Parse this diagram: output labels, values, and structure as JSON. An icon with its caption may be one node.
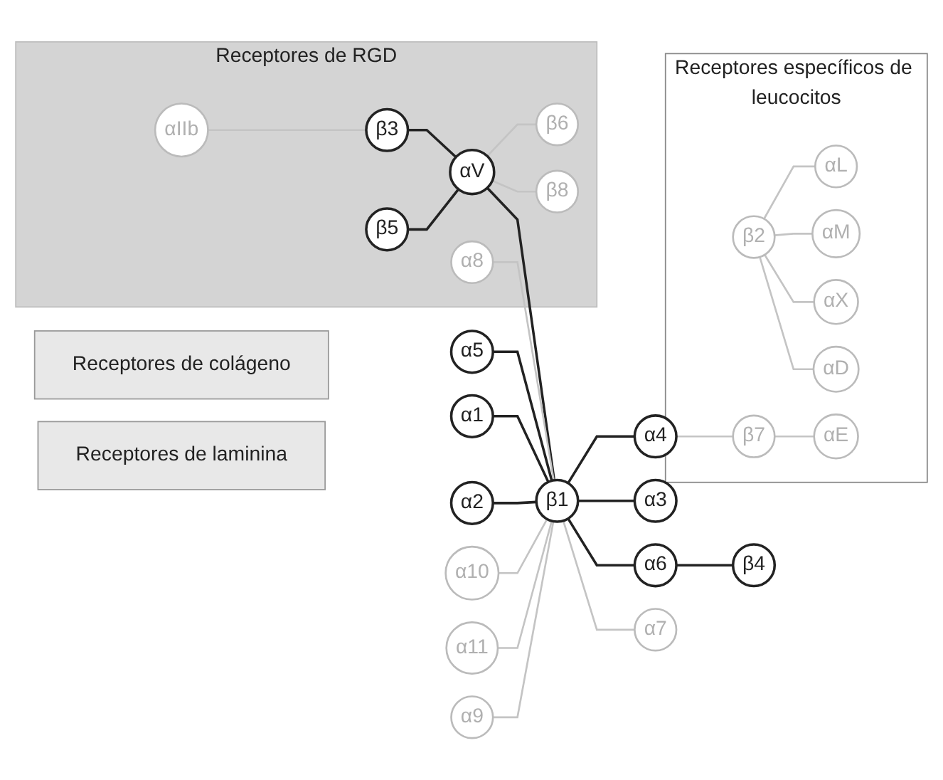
{
  "diagram": {
    "nodes": [
      {
        "text": [
          "Receptores de RGD"
        ]
      },
      {
        "text": [
          "αIIb"
        ],
        "in": 0
      },
      {
        "text": [
          "β3"
        ],
        "in": 0
      },
      {
        "text": [
          "β5"
        ],
        "in": 0
      },
      {
        "text": [
          "αV"
        ],
        "in": 0
      },
      {
        "text": [
          "β6"
        ],
        "in": 0
      },
      {
        "text": [
          "α8"
        ],
        "in": 0
      },
      {
        "text": [
          "β8"
        ],
        "in": 0
      },
      {
        "text": [
          "Receptores de colágeno"
        ]
      },
      {
        "text": [
          "α1"
        ]
      },
      {
        "text": [
          "α2"
        ]
      },
      {
        "text": [
          "α10"
        ]
      },
      {
        "text": [
          "α11"
        ]
      },
      {
        "text": [
          "α5"
        ]
      },
      {
        "text": [
          "α9"
        ]
      },
      {
        "text": [
          "β1"
        ]
      },
      {
        "text": [
          "α4"
        ]
      },
      {
        "text": [
          "α3"
        ]
      },
      {
        "text": [
          "α6"
        ]
      },
      {
        "text": [
          "α7"
        ]
      },
      {
        "text": [
          "Receptores de laminina"
        ]
      },
      {
        "text": [
          "β4"
        ]
      },
      {
        "text": [
          "Receptores específicos de leucocitos"
        ]
      },
      {
        "text": [
          "β2"
        ],
        "in": 22
      },
      {
        "text": [
          "αL"
        ],
        "in": 22
      },
      {
        "text": [
          "αM"
        ],
        "in": 22
      },
      {
        "text": [
          "αX"
        ],
        "in": 22
      },
      {
        "text": [
          "αD"
        ],
        "in": 22
      },
      {
        "text": [
          "β7"
        ],
        "in": 22
      },
      {
        "text": [
          "αE"
        ],
        "in": 22
      }
    ],
    "edges": [
      {
        "from": 1,
        "to": 2,
        "arrow": "none"
      },
      {
        "from": 2,
        "to": 4,
        "arrow": "none",
        "color": "#222222"
      },
      {
        "from": 3,
        "to": 4,
        "arrow": "none",
        "color": "#222222"
      },
      {
        "from": 4,
        "to": 5,
        "arrow": "none"
      },
      {
        "from": 4,
        "to": 7,
        "arrow": "none"
      },
      {
        "from": 4,
        "to": 15,
        "arrow": "none",
        "color": "#222222"
      },
      {
        "from": 13,
        "to": 15,
        "arrow": "none",
        "color": "#222222"
      },
      {
        "from": 6,
        "to": 15,
        "arrow": "none"
      },
      {
        "from": 9,
        "to": 15,
        "arrow": "none",
        "color": "#222222"
      },
      {
        "from": 10,
        "to": 15,
        "arrow": "none",
        "color": "#222222"
      },
      {
        "from": 11,
        "to": 15,
        "arrow": "none"
      },
      {
        "from": 12,
        "to": 15,
        "arrow": "none"
      },
      {
        "from": 14,
        "to": 15,
        "arrow": "none"
      },
      {
        "from": 15,
        "to": 16,
        "arrow": "none",
        "color": "#222222"
      },
      {
        "from": 15,
        "to": 19,
        "arrow": "none"
      },
      {
        "from": 15,
        "to": 17,
        "arrow": "none",
        "color": "#222222"
      },
      {
        "from": 15,
        "to": 18,
        "arrow": "none",
        "color": "#222222"
      },
      {
        "from": 18,
        "to": 21,
        "arrow": "none",
        "color": "#222222"
      },
      {
        "from": 16,
        "to": 28,
        "arrow": "none"
      },
      {
        "from": 28,
        "to": 29,
        "arrow": "none"
      },
      {
        "from": 23,
        "to": 24,
        "arrow": "none"
      },
      {
        "from": 23,
        "to": 25,
        "arrow": "none"
      },
      {
        "from": 23,
        "to": 26,
        "arrow": "none"
      },
      {
        "from": 23,
        "to": 27,
        "arrow": "none"
      }
    ]
  }
}
